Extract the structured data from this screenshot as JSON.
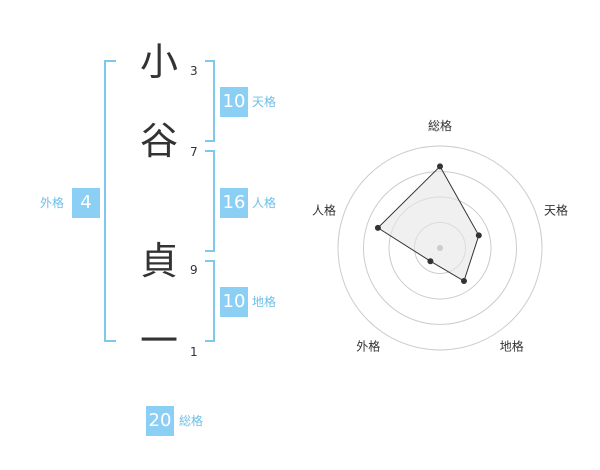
{
  "name": {
    "chars": [
      {
        "char": "小",
        "strokes": "3"
      },
      {
        "char": "谷",
        "strokes": "7"
      },
      {
        "char": "貞",
        "strokes": "9"
      },
      {
        "char": "一",
        "strokes": "1"
      }
    ]
  },
  "scores": {
    "tenkaku": {
      "value": "10",
      "label": "天格"
    },
    "jinkaku": {
      "value": "16",
      "label": "人格"
    },
    "chikaku": {
      "value": "10",
      "label": "地格"
    },
    "gaikaku": {
      "value": "4",
      "label": "外格"
    },
    "soukaku": {
      "value": "20",
      "label": "総格"
    }
  },
  "chart_data": {
    "type": "radar",
    "axes": [
      "総格",
      "天格",
      "地格",
      "外格",
      "人格"
    ],
    "values": [
      20,
      10,
      10,
      4,
      16
    ],
    "rings": 4,
    "colors": {
      "fill": "#e6e6e6",
      "line": "#333333",
      "grid": "#cccccc",
      "center": "#cccccc"
    }
  },
  "colors": {
    "accent": "#8bcff5",
    "bracket": "#7ec8f0"
  }
}
